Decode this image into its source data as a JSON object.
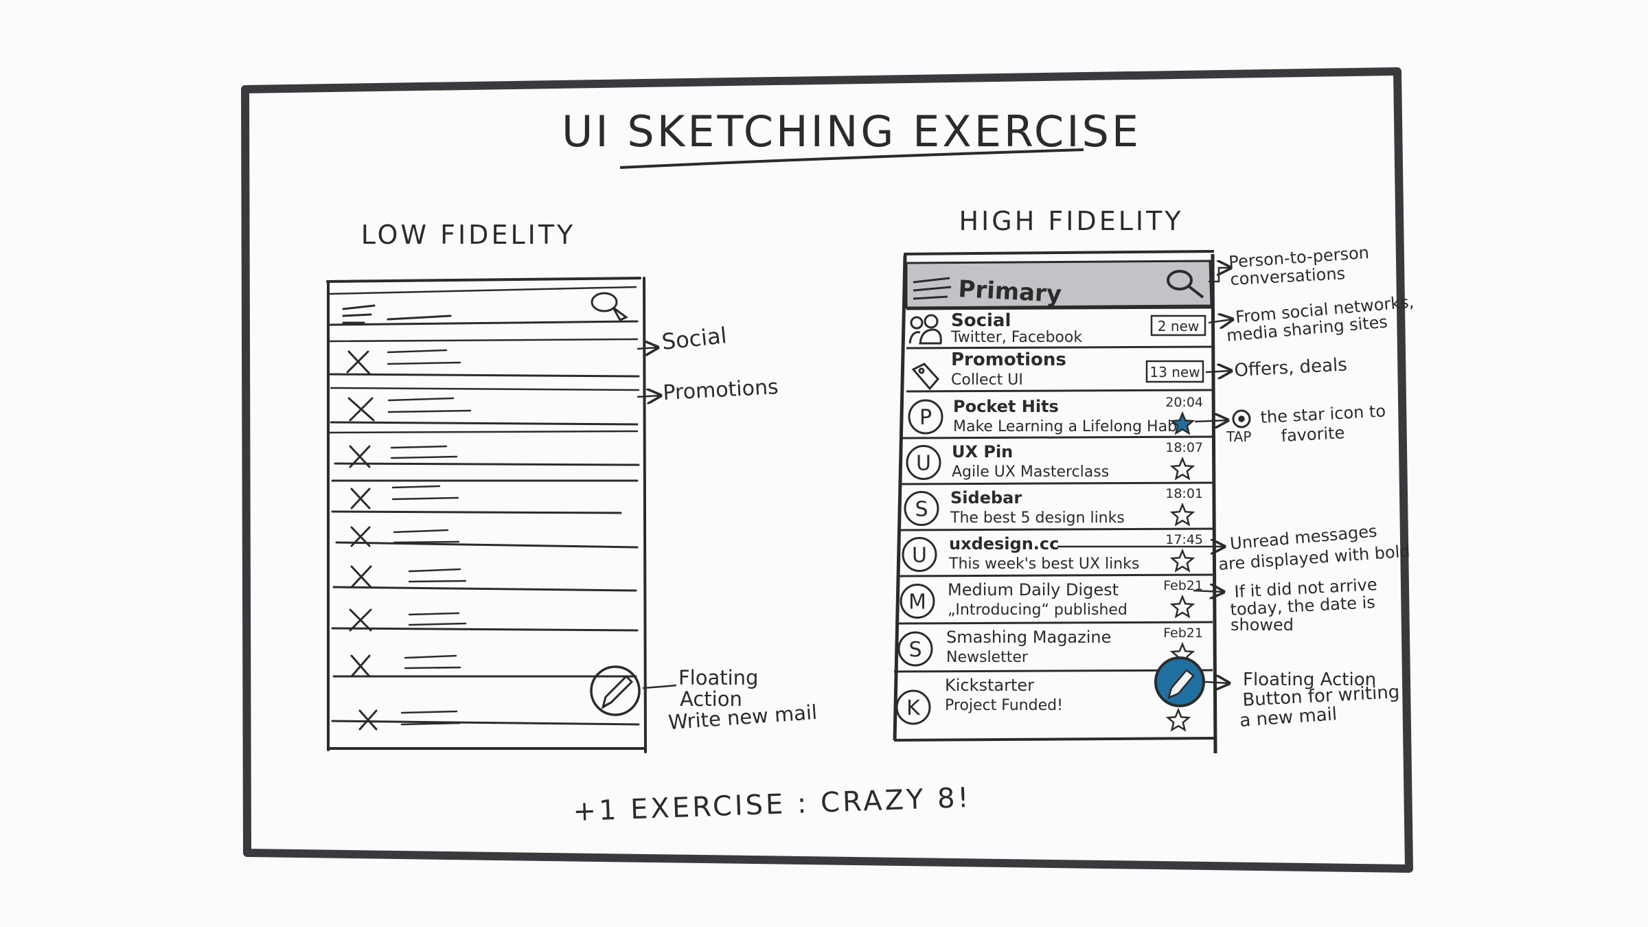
{
  "title": "UI SKETCHING EXERCISE",
  "footer": "+1 EXERCISE : CRAZY 8!",
  "colors": {
    "ink": "#2b2b2b",
    "header_gray": "#c2c3c6",
    "accent_blue": "#1f6fa0",
    "paper": "#fbfbfb"
  },
  "low_fidelity": {
    "heading": "LOW FIDELITY",
    "annotations": {
      "social": "Social",
      "promotions": "Promotions",
      "fab_line1": "Floating",
      "fab_line2": "Action",
      "fab_line3": "Write new mail"
    }
  },
  "high_fidelity": {
    "heading": "HIGH FIDELITY",
    "header": {
      "label": "Primary",
      "menu_icon": "hamburger-icon",
      "search_icon": "search-icon"
    },
    "categories": [
      {
        "title": "Social",
        "subtitle": "Twitter, Facebook",
        "badge": "2 new",
        "icon": "people-icon"
      },
      {
        "title": "Promotions",
        "subtitle": "Collect UI",
        "badge": "13 new",
        "icon": "tag-icon"
      }
    ],
    "emails": [
      {
        "letter": "P",
        "sender": "Pocket Hits",
        "subject": "Make Learning a Lifelong Habit",
        "time": "20:04",
        "starred": true,
        "unread": true
      },
      {
        "letter": "U",
        "sender": "UX Pin",
        "subject": "Agile UX Masterclass",
        "time": "18:07",
        "starred": false,
        "unread": true
      },
      {
        "letter": "S",
        "sender": "Sidebar",
        "subject": "The best 5 design links",
        "time": "18:01",
        "starred": false,
        "unread": true
      },
      {
        "letter": "U",
        "sender": "uxdesign.cc",
        "subject": "This week's best UX links",
        "time": "17:45",
        "starred": false,
        "unread": true
      },
      {
        "letter": "M",
        "sender": "Medium Daily Digest",
        "subject": "„Introducing“ published",
        "time": "Feb21",
        "starred": false,
        "unread": false
      },
      {
        "letter": "S",
        "sender": "Smashing Magazine",
        "subject": "Newsletter",
        "time": "Feb21",
        "starred": false,
        "unread": false
      },
      {
        "letter": "K",
        "sender": "Kickstarter",
        "subject": "Project Funded!",
        "time": "",
        "starred": false,
        "unread": false
      }
    ],
    "annotations": {
      "primary_line1": "Person-to-person",
      "primary_line2": "conversations",
      "social_line1": "From social networks,",
      "social_line2": "media sharing sites",
      "promotions_line1": "Offers, deals",
      "star_line1": "the star icon to",
      "star_line2": "favorite",
      "star_tap": "TAP",
      "bold_line1": "Unread messages",
      "bold_line2": "are displayed with bold",
      "date_line1": "If it did not arrive",
      "date_line2": "today, the date is",
      "date_line3": "showed",
      "fab_line1": "Floating Action",
      "fab_line2": "Button for writing",
      "fab_line3": "a new mail"
    }
  }
}
